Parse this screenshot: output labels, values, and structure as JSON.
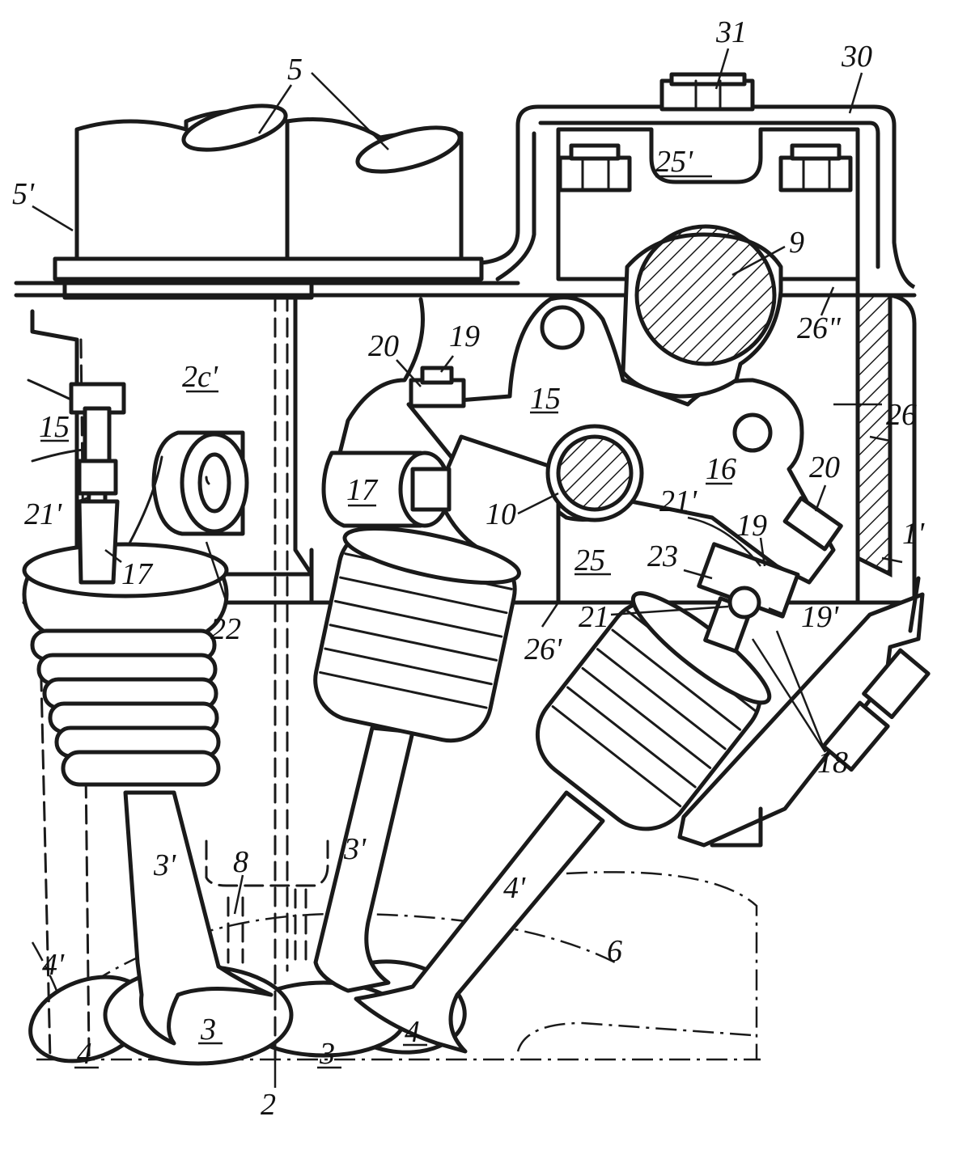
{
  "labels": {
    "l31": "31",
    "l30": "30",
    "l5a": "5",
    "l5prime": "5'",
    "l25prime": "25'",
    "l9": "9",
    "l26dd": "26\"",
    "l2c": "2c'",
    "l20a": "20",
    "l19a": "19",
    "l15a": "15",
    "l15b": "15",
    "l26": "26",
    "l17a": "17",
    "l17b": "17",
    "l16": "16",
    "l20b": "20",
    "l10": "10",
    "l21primeA": "21'",
    "l21primeB": "21'",
    "l19b": "19",
    "l25": "25",
    "l23": "23",
    "l1prime": "1'",
    "l21b": "21",
    "l19prime": "19'",
    "l22": "22",
    "l26prime": "26'",
    "l18": "18",
    "l3primeA": "3'",
    "l3primeB": "3'",
    "l8": "8",
    "l4primeA": "4'",
    "l4primeB": "4'",
    "l6": "6",
    "l3a": "3",
    "l3b": "3",
    "l4a": "4",
    "l4b": "4",
    "l2": "2"
  }
}
